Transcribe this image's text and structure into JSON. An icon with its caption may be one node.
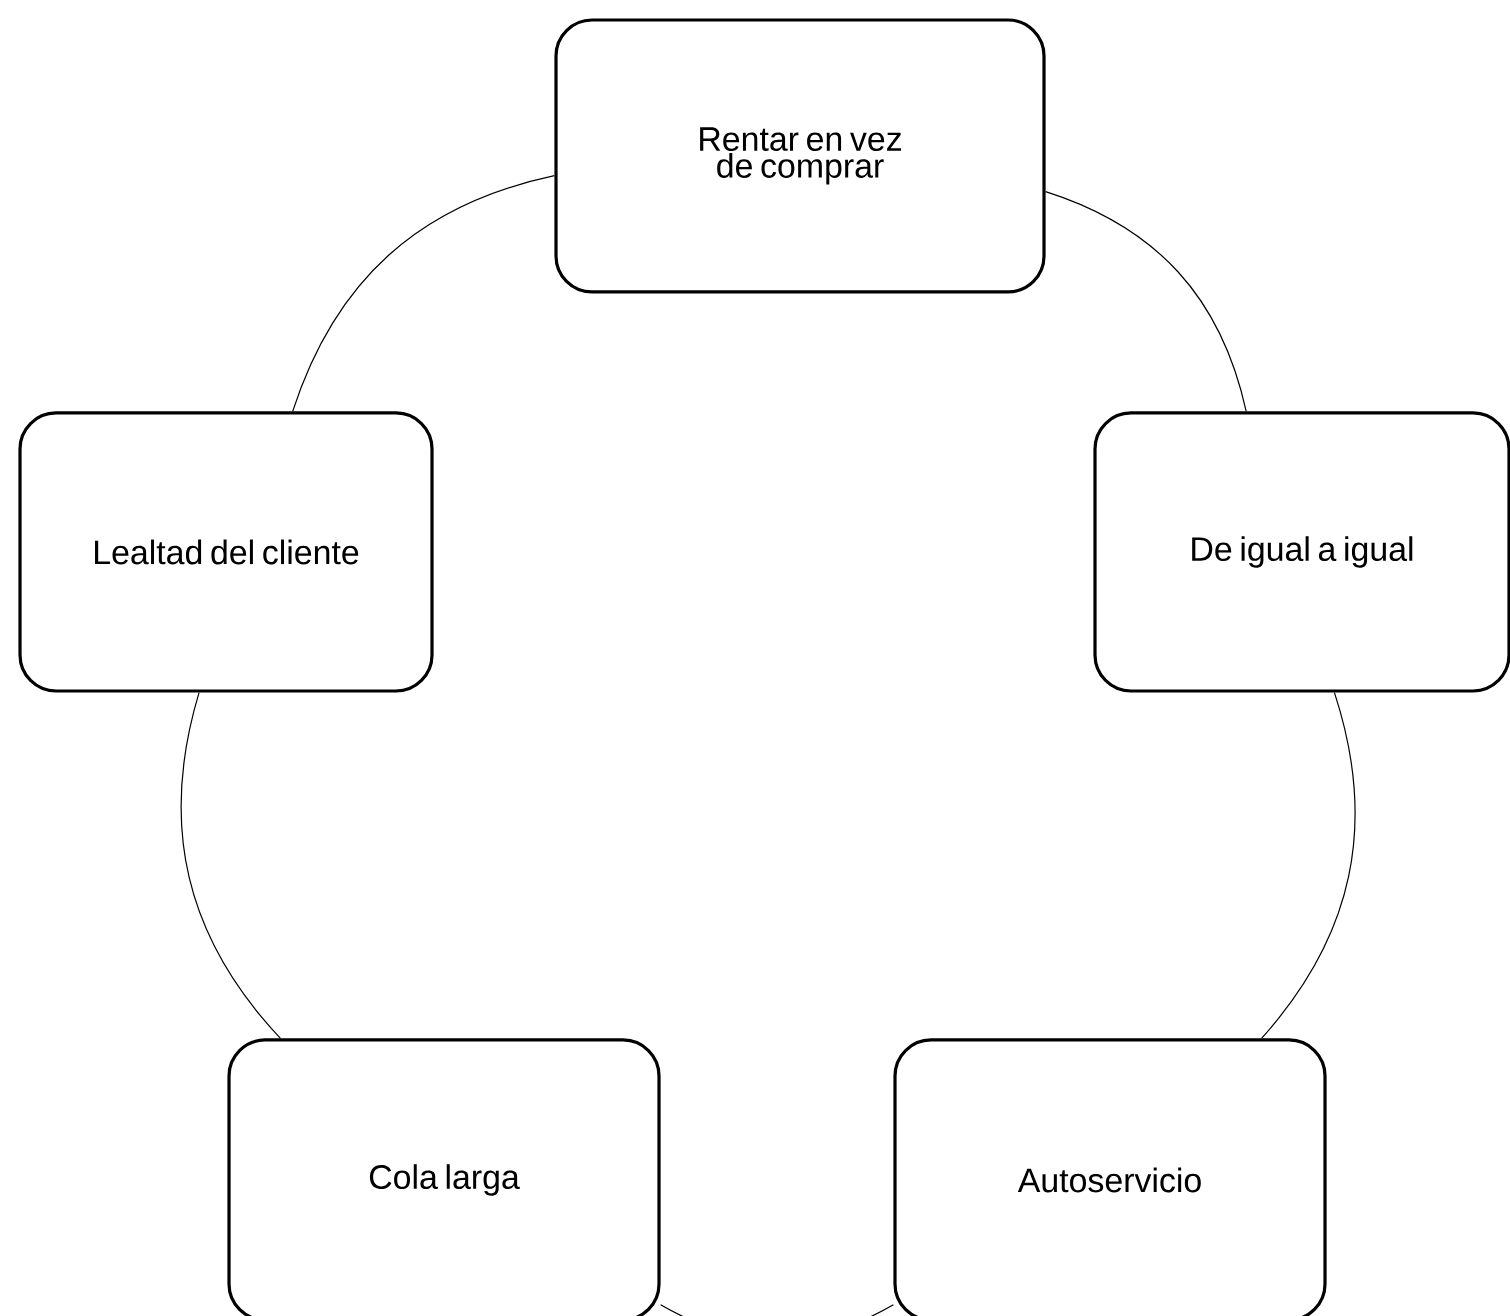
{
  "diagram": {
    "nodes": [
      {
        "text": [
          "Rentar en vez de comprar"
        ]
      },
      {
        "text": [
          "Lealtad del cliente"
        ]
      },
      {
        "text": [
          "De igual a igual"
        ]
      },
      {
        "text": [
          "Cola larga"
        ]
      },
      {
        "text": [
          "Autoservicio"
        ]
      }
    ],
    "edges": [
      {
        "from": 0,
        "to": 2,
        "arrow": "none"
      },
      {
        "from": 2,
        "to": 4,
        "arrow": "none"
      },
      {
        "from": 4,
        "to": 3,
        "arrow": "none"
      },
      {
        "from": 3,
        "to": 1,
        "arrow": "none"
      },
      {
        "from": 1,
        "to": 0,
        "arrow": "none"
      }
    ]
  }
}
